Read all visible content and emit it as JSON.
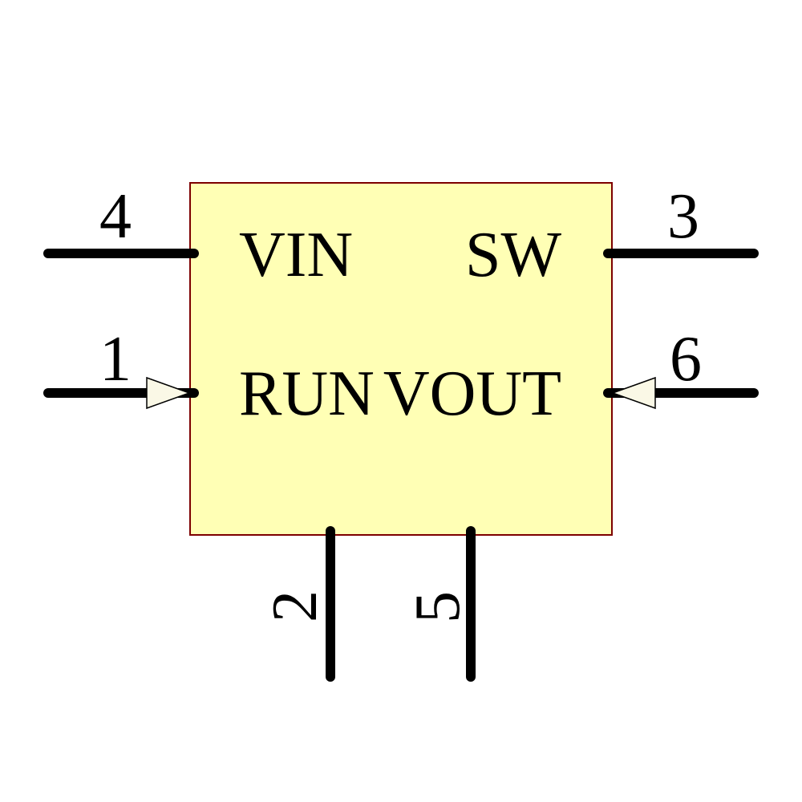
{
  "symbol": {
    "pin_names": {
      "vin": "VIN",
      "sw": "SW",
      "run": "RUN",
      "vout": "VOUT"
    },
    "pin_numbers": {
      "pin4": "4",
      "pin1": "1",
      "pin3": "3",
      "pin6": "6",
      "pin2": "2",
      "pin5": "5"
    },
    "colors": {
      "background": "#FFFFFF",
      "body_fill": "#FFFFB5",
      "body_border": "#7D0000",
      "pin_line": "#000000",
      "arrow_fill": "#FAF8E6",
      "arrow_outline": "#000000",
      "text": "#000000"
    }
  }
}
